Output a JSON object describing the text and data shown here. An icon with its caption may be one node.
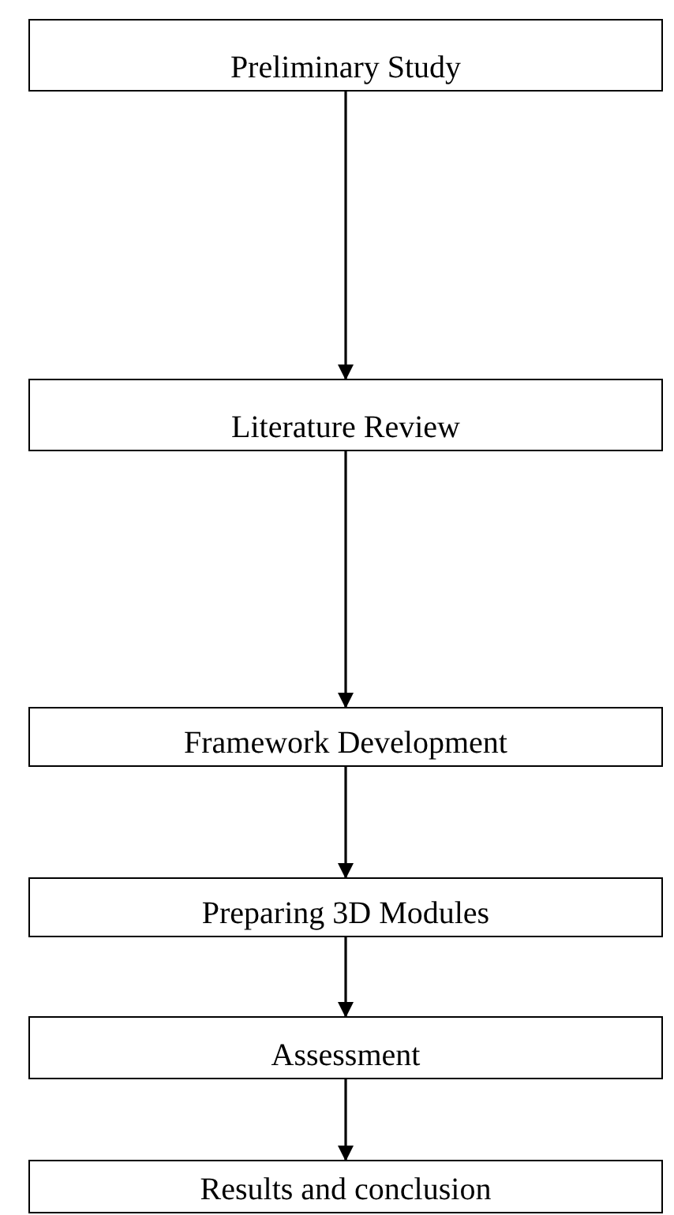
{
  "diagram": {
    "nodes": [
      {
        "text": [
          "Preliminary Study"
        ]
      },
      {
        "text": [
          "Literature Review"
        ]
      },
      {
        "text": [
          "Framework Development"
        ]
      },
      {
        "text": [
          "Preparing 3D Modules"
        ]
      },
      {
        "text": [
          "Assessment"
        ]
      },
      {
        "text": [
          "Results and conclusion"
        ]
      }
    ],
    "edges": [
      {
        "from": 0,
        "to": 1,
        "arrow": "to"
      },
      {
        "from": 1,
        "to": 2,
        "arrow": "to"
      },
      {
        "from": 2,
        "to": 3,
        "arrow": "to"
      },
      {
        "from": 3,
        "to": 4,
        "arrow": "to"
      },
      {
        "from": 4,
        "to": 5,
        "arrow": "to"
      }
    ]
  }
}
